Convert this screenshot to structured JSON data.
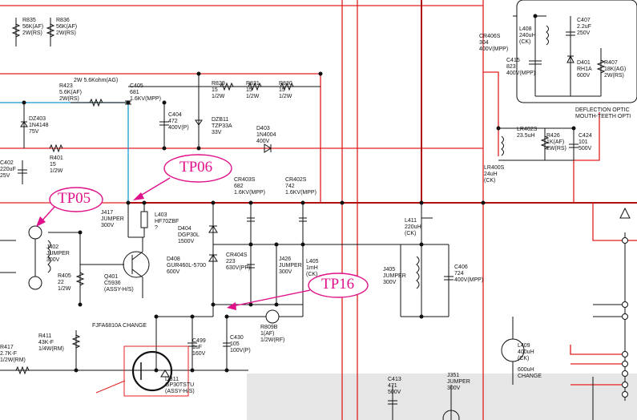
{
  "callouts": {
    "tp06": "TP06",
    "tp05": "TP05",
    "tp16": "TP16"
  },
  "labels": {
    "r835": "R835\n56K(AF)\n2W(RS)",
    "r836": "R836\n56K(AF)\n2W(RS)",
    "r2w": "2W 5.6Kohm(AG)",
    "r423": "R423\n5.6K(AF)\n2W(RS)",
    "c405": "C405\n681\n1.6KV(MPP)",
    "c404": "C404\n472\n400V(P)",
    "r829": "R829\n15\n1/2W",
    "r831": "R831\n15\n1/2W",
    "r830": "R830\n15\n1/2W",
    "dzb11": "DZB11\nTZP33A\n33V",
    "d403": "D403\n1N4004\n400V",
    "dz403": "DZ403\n1N4148\n75V",
    "r401": "R401\n15\n1/2W",
    "c402": "C402\n220uF\n25V",
    "cr403s": "CR403S\n682\n1.6KV(MPP)",
    "cr402s": "CR402S\n742\n1.6KV(MPP)",
    "j417": "J417\nJUMPER\n300V",
    "l403": "L403\nHF70ZBF\n?",
    "d404": "D404\nDGP30L\n1500V",
    "d408": "D408\nGUR460L-5700\n600V",
    "cr404s": "CR404S\n223\n630V(PP)",
    "j426": "J426\nJUMPER\n300V",
    "l405": "L405\n1mH\n(CK)",
    "l411": "L411\n220uH\n(CK)",
    "j405": "J405\nJUMPER\n300V",
    "c406": "C406\n724\n400V(MPP)",
    "j402": "J402\nJUMPER\n300V",
    "r405": "R405\n22\n1/2W",
    "q401": "Q401\nC5936\n(ASSY-H/S)",
    "fjfa": "FJFA6810A CHANGE",
    "r411": "R411\n43K-F\n1/4W(RM)",
    "r417": "R417\n2.7K-F\n1/2W(RM)",
    "c499": "C499\n1uF\n160V",
    "c430": "C430\n105\n100V(P)",
    "r809b": "R809B\n1(AF)\n1/2W(RF)",
    "gp30": "GP30TSTU\n(ASSY-H/S)",
    "db11": "DB11",
    "l408": "L408\n240uH\n(CK)",
    "cr406s": "CR406S\n304\n400V(MPP)",
    "c415": "C415\n823\n400V(MPP)",
    "c407": "C407\n2.2uF\n250V",
    "d401": "D401\nRH1A\n600V",
    "r407": "R407\n18K(AG)\n2W(RS)",
    "deflection": "DEFLECTION OPTIC\nMOUTH-TEETH OPTI",
    "lr402s": "LR402S\n23.5uH",
    "r426": "R426\n1K(AF)\n2W(RS)",
    "c424": "C424\n101\n500V",
    "lr400s": "LR400S\n24uH\n(CK)",
    "l409": "L409\n400uH\n(CK)",
    "l409b": "600uH\nCHANGE",
    "c413": "C413\n471\n500V",
    "j351": "J351\nJUMPER\n300V"
  },
  "colors": {
    "red_trace": "#e02020",
    "blue_trace": "#1a9ad6",
    "callout": "#e0108a",
    "line": "#111111"
  }
}
